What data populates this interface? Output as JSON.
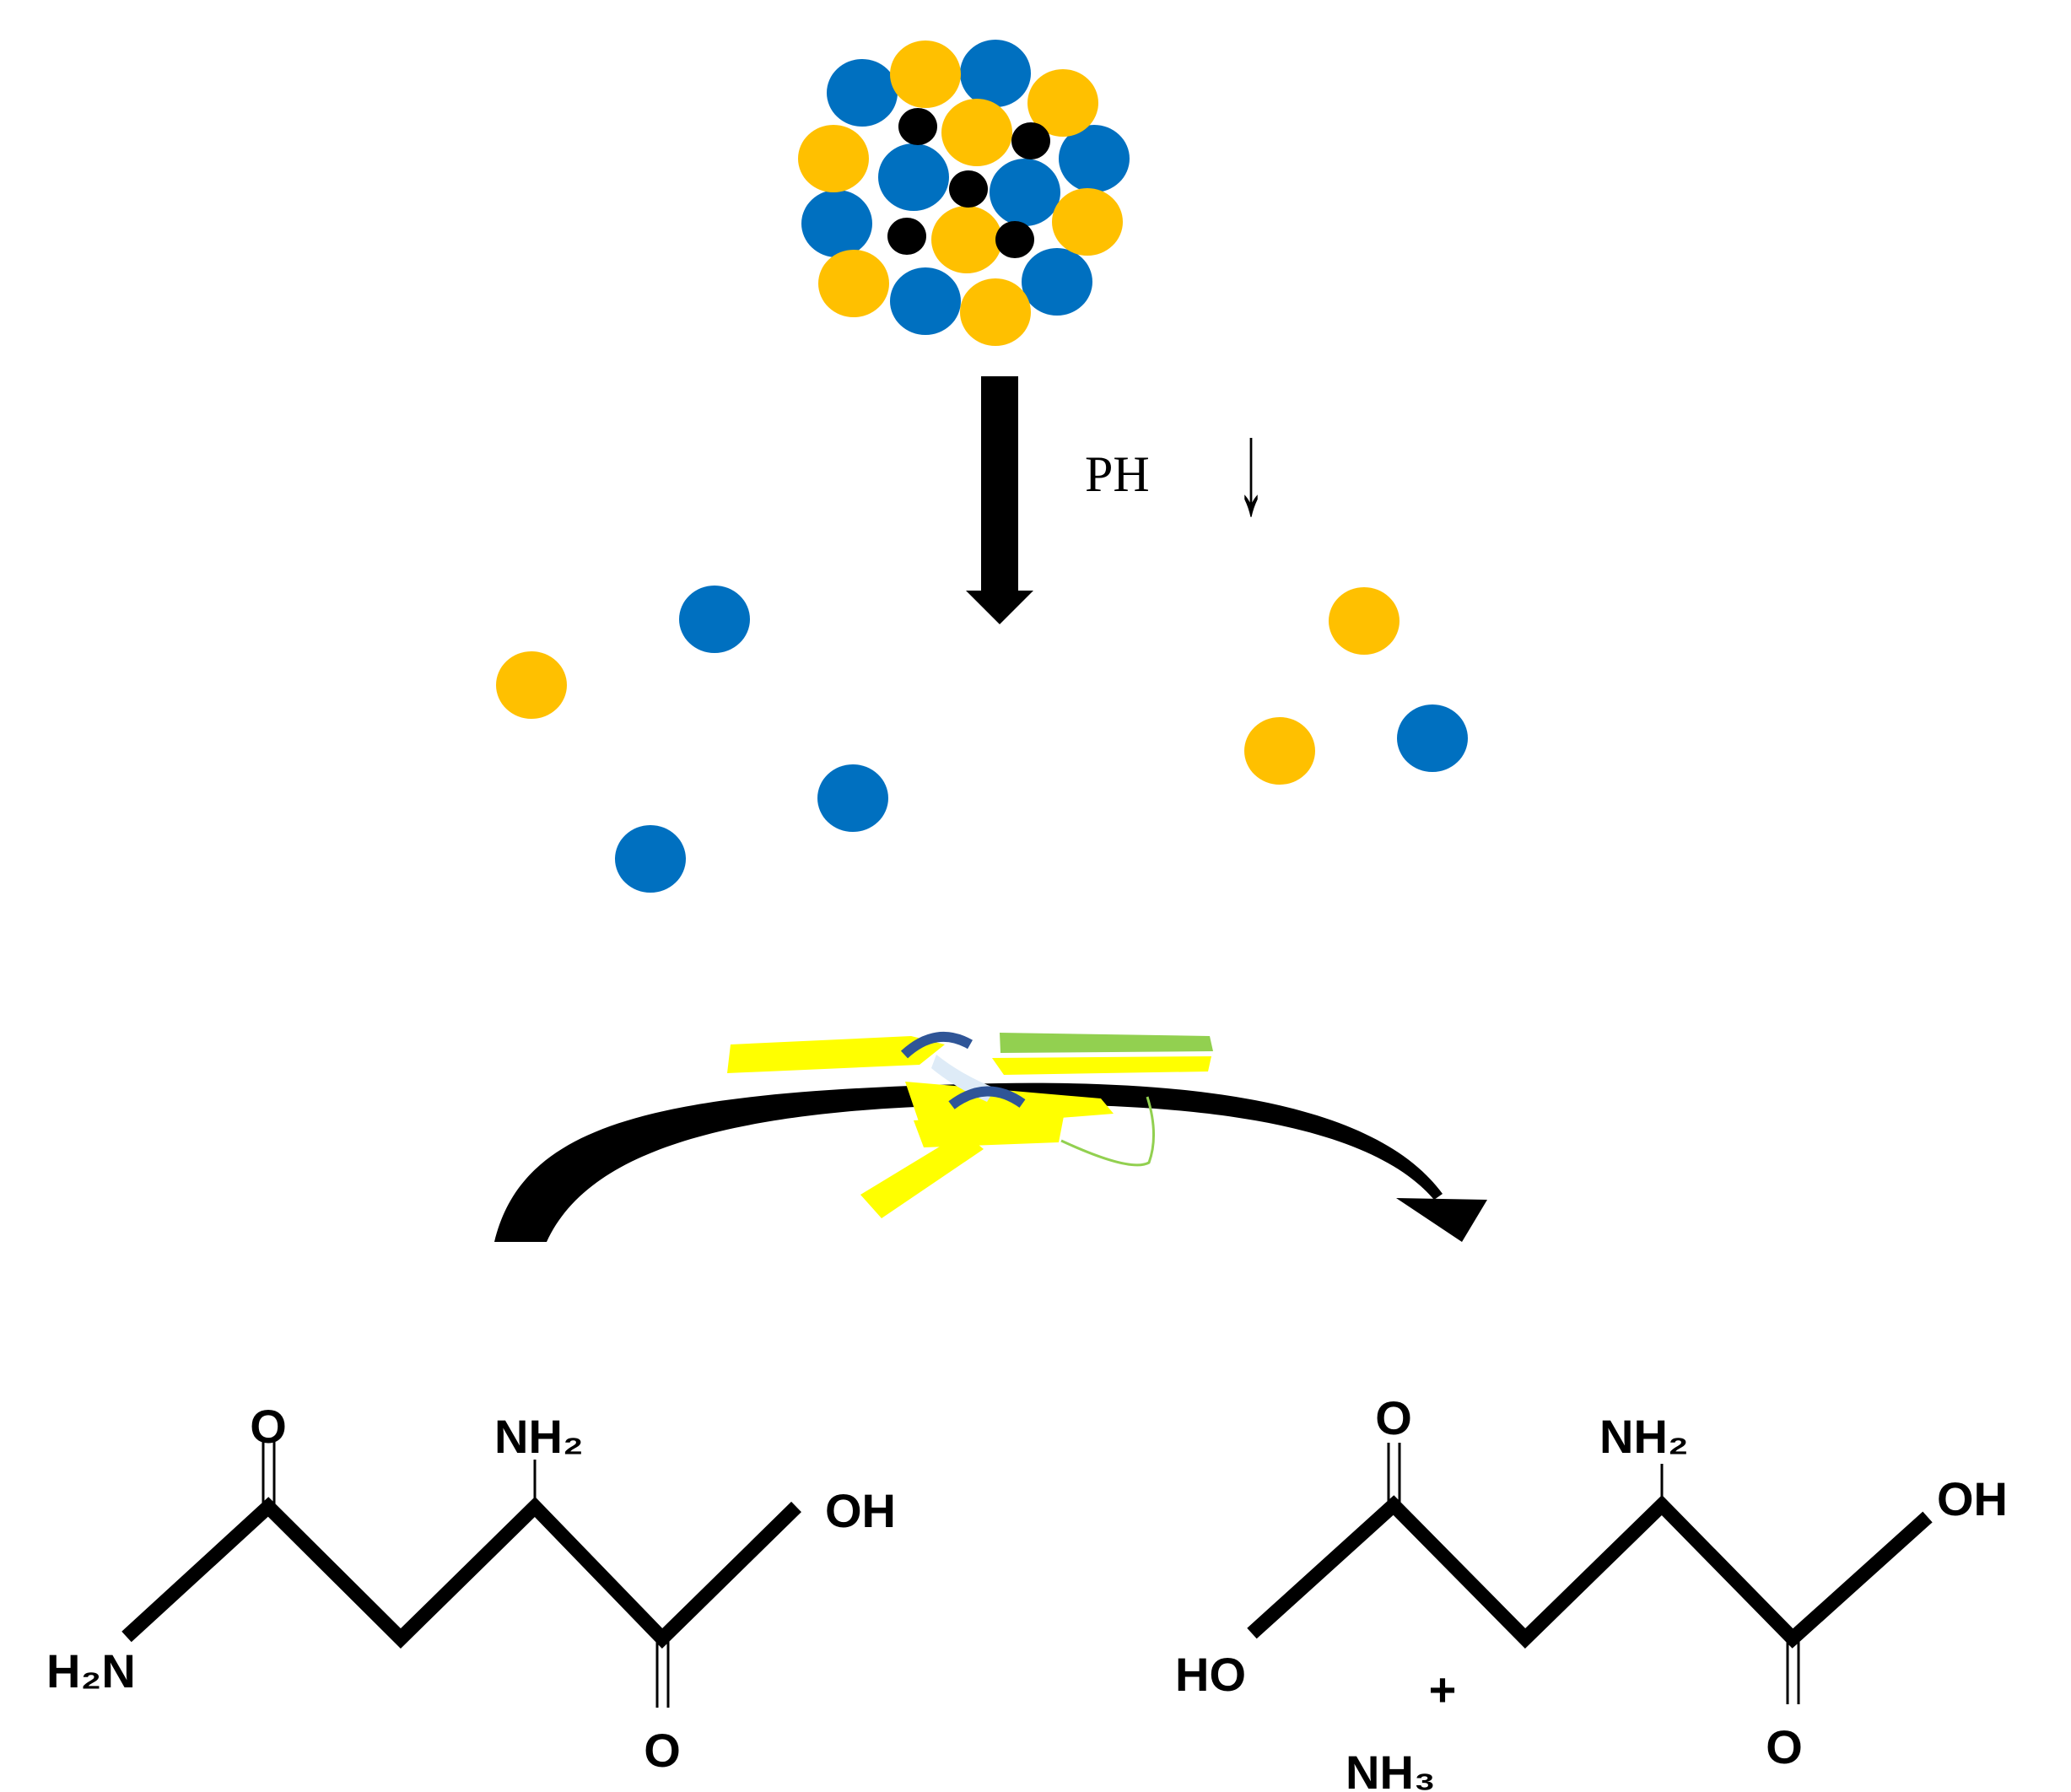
{
  "condition": {
    "label": "PH",
    "direction_symbol": "↓"
  },
  "colors": {
    "particle_blue": "#0070C0",
    "particle_yellow": "#FFC000",
    "particle_core": "#000000",
    "enzyme_yellow": "#FFFF00",
    "enzyme_green": "#92D050",
    "enzyme_loop": "#2F5597"
  },
  "reactant": {
    "name": "glutamine",
    "labels": {
      "carbonyl_o": "O",
      "alpha_amine": "NH₂",
      "amide_n": "H₂N",
      "acid_oh": "OH",
      "acid_o": "O"
    }
  },
  "products": {
    "name": "glutamic acid",
    "labels": {
      "carbonyl_o": "O",
      "alpha_amine": "NH₂",
      "side_oh": "HO",
      "acid_oh": "OH",
      "acid_o": "O"
    },
    "plus": "+",
    "ammonia": "NH₃"
  },
  "icons": [
    "nanoparticle-cluster-icon",
    "down-arrow-icon",
    "enzyme-icon",
    "curved-reaction-arrow-icon"
  ]
}
